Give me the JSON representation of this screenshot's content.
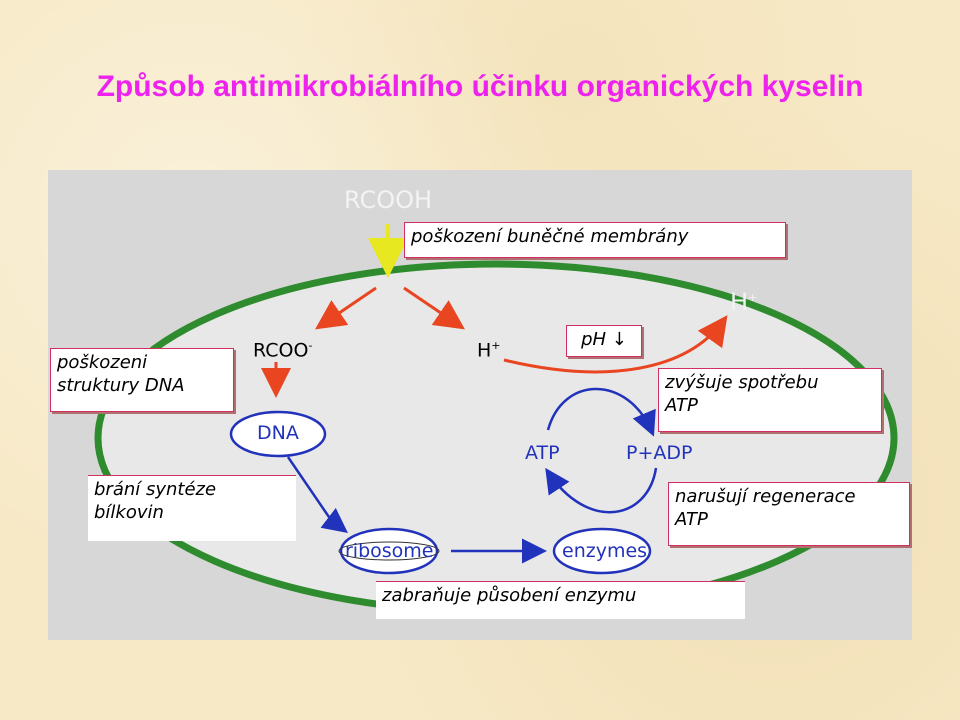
{
  "title": "Způsob antimikrobiálního účinku organických kyselin",
  "labels": {
    "rcooh": "RCOOH",
    "h_outside": "H",
    "h_outside_sup": "+",
    "rcoo": "RCOO",
    "rcoo_sup": "-",
    "h_inside": "H",
    "h_inside_sup": "+",
    "ph": "pH ↓",
    "dna": "DNA",
    "atp": "ATP",
    "padp": "P+ADP",
    "ribosome": "ribosome",
    "enzymes": "enzymes"
  },
  "boxes": {
    "membrane": "poškození buněčné membrány",
    "dna_damage_1": "poškozeni",
    "dna_damage_2": "struktury DNA",
    "atp_use_1": "zvýšuje spotřebu",
    "atp_use_2": "ATP",
    "protein_1": "brání syntéze",
    "protein_2": "bílkovin",
    "regen_1": "narušují regenerace",
    "regen_2": "ATP",
    "enzyme": "zabraňuje působení enzymu"
  },
  "colors": {
    "title": "#ee22ee",
    "panel": "#d7d7d7",
    "cell_border": "#2e8b2e",
    "cell_fill": "#e8e8e8",
    "red_arrow": "#e84520",
    "blue": "#2233bb",
    "yellow_arrow": "#e8e820",
    "box_border": "#d03060"
  }
}
